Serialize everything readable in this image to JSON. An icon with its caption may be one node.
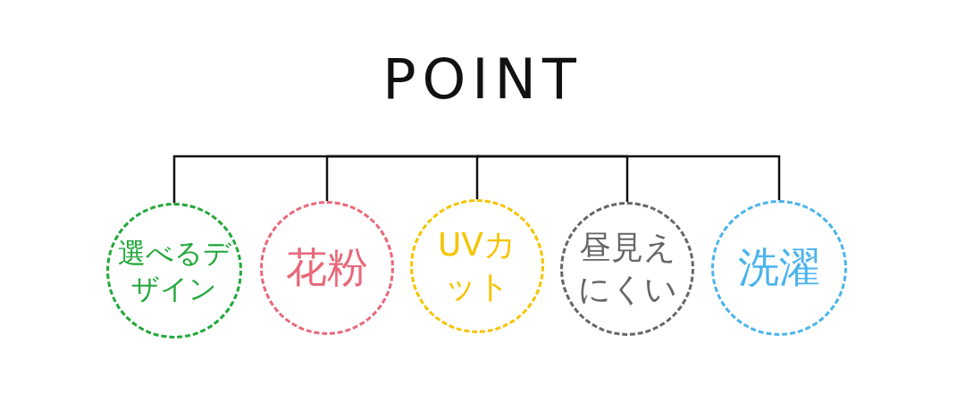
{
  "diagram": {
    "title": "POINT",
    "nodes": [
      {
        "text": [
          "選べるデザイン"
        ]
      },
      {
        "text": [
          "花粉"
        ]
      },
      {
        "text": [
          "UVカット"
        ]
      },
      {
        "text": [
          "昼見えにくい"
        ]
      },
      {
        "text": [
          "洗濯"
        ]
      }
    ],
    "edges": [
      {
        "from": null,
        "to": 0,
        "arrow": "none"
      },
      {
        "from": null,
        "to": 1,
        "arrow": "none"
      },
      {
        "from": null,
        "to": 2,
        "arrow": "none"
      },
      {
        "from": null,
        "to": 3,
        "arrow": "none"
      },
      {
        "from": null,
        "to": 4,
        "arrow": "none"
      }
    ]
  }
}
